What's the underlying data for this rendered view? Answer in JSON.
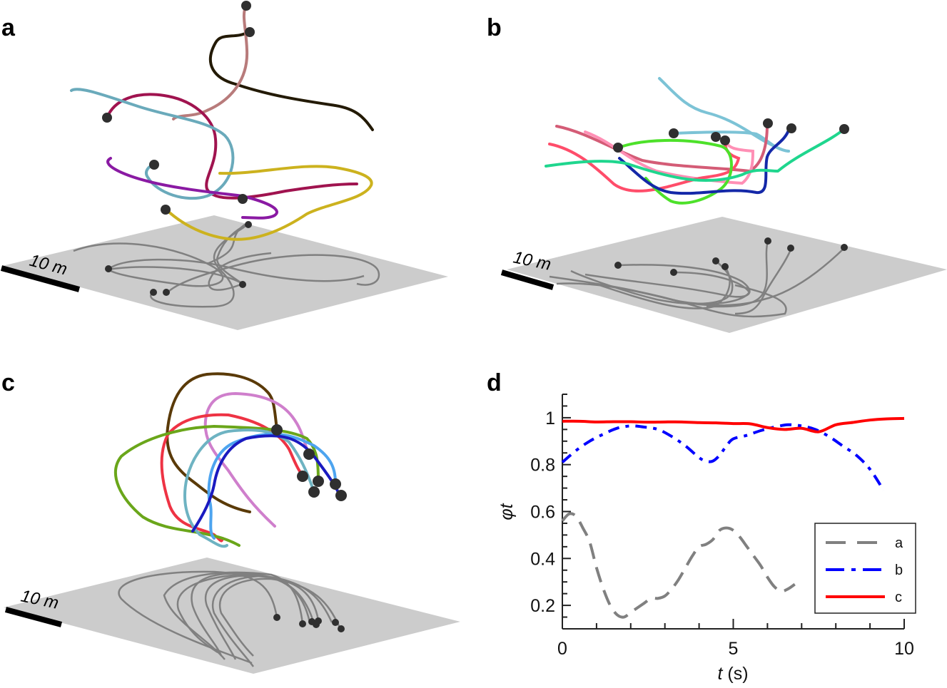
{
  "panels": {
    "a": {
      "label": "a",
      "scale_bar": "10 m"
    },
    "b": {
      "label": "b",
      "scale_bar": "10 m"
    },
    "c": {
      "label": "c",
      "scale_bar": "10 m"
    },
    "d": {
      "label": "d"
    }
  },
  "trajectory_colors": {
    "a": [
      "#b87b7b",
      "#231a05",
      "#a0134f",
      "#6aaabb",
      "#8a1aa3",
      "#ccb21e"
    ],
    "b": [
      "#7cc3d6",
      "#d45c76",
      "#ff8fb5",
      "#ff4d6a",
      "#4de12a",
      "#1428a8",
      "#1fd68e"
    ],
    "c": [
      "#5a3a08",
      "#cf7fcc",
      "#ee3344",
      "#6aa61a",
      "#6eb3c2",
      "#4da4ef",
      "#1a1ac0"
    ],
    "shadow": "#808080",
    "ground": "#cccccc",
    "marker": "#2f2f2f"
  },
  "chart_data": {
    "type": "line",
    "title": "",
    "xlabel_var": "t",
    "xlabel_unit": " (s)",
    "ylabel": "φt",
    "xlim": [
      0,
      10
    ],
    "ylim": [
      0.1,
      1.1
    ],
    "xticks": [
      0,
      5,
      10
    ],
    "xtick_labels": [
      "0",
      "5",
      "10"
    ],
    "yticks": [
      0.2,
      0.4,
      0.6,
      0.8,
      1
    ],
    "ytick_labels": [
      "0.2",
      "0.4",
      "0.6",
      "0.8",
      "1"
    ],
    "grid": false,
    "legend_position": "lower right",
    "series": [
      {
        "name": "a",
        "color": "#808080",
        "style": "dashed",
        "x": [
          0,
          0.2,
          0.4,
          0.6,
          0.8,
          1.0,
          1.2,
          1.4,
          1.6,
          1.8,
          2.0,
          2.2,
          2.4,
          2.6,
          2.8,
          3.0,
          3.2,
          3.4,
          3.6,
          3.8,
          4.0,
          4.2,
          4.4,
          4.6,
          4.8,
          5.0,
          5.2,
          5.4,
          5.6,
          5.8,
          6.0,
          6.2,
          6.4,
          6.6,
          6.8
        ],
        "y": [
          0.56,
          0.59,
          0.58,
          0.53,
          0.47,
          0.36,
          0.27,
          0.2,
          0.16,
          0.15,
          0.17,
          0.19,
          0.21,
          0.23,
          0.23,
          0.24,
          0.27,
          0.31,
          0.36,
          0.41,
          0.45,
          0.46,
          0.48,
          0.52,
          0.53,
          0.52,
          0.49,
          0.45,
          0.41,
          0.37,
          0.32,
          0.28,
          0.26,
          0.27,
          0.29
        ]
      },
      {
        "name": "b",
        "color": "#0000ff",
        "style": "dashdot",
        "x": [
          0,
          0.4,
          0.8,
          1.2,
          1.6,
          2.0,
          2.4,
          2.8,
          3.2,
          3.6,
          4.0,
          4.2,
          4.4,
          4.6,
          4.8,
          5.0,
          5.4,
          5.8,
          6.2,
          6.6,
          7.0,
          7.4,
          7.8,
          8.2,
          8.6,
          9.0,
          9.4
        ],
        "y": [
          0.81,
          0.86,
          0.9,
          0.93,
          0.955,
          0.965,
          0.96,
          0.95,
          0.92,
          0.88,
          0.83,
          0.815,
          0.815,
          0.84,
          0.88,
          0.91,
          0.925,
          0.945,
          0.96,
          0.97,
          0.965,
          0.95,
          0.92,
          0.88,
          0.84,
          0.78,
          0.69
        ]
      },
      {
        "name": "c",
        "color": "#ff0000",
        "style": "solid",
        "x": [
          0,
          0.5,
          1.0,
          1.5,
          2.0,
          2.5,
          3.0,
          3.5,
          4.0,
          4.5,
          5.0,
          5.5,
          6.0,
          6.5,
          7.0,
          7.5,
          8.0,
          8.5,
          9.0,
          9.5,
          10.0
        ],
        "y": [
          0.985,
          0.985,
          0.982,
          0.983,
          0.983,
          0.981,
          0.982,
          0.982,
          0.979,
          0.978,
          0.975,
          0.974,
          0.958,
          0.95,
          0.955,
          0.94,
          0.97,
          0.98,
          0.99,
          0.995,
          0.997
        ]
      }
    ]
  }
}
